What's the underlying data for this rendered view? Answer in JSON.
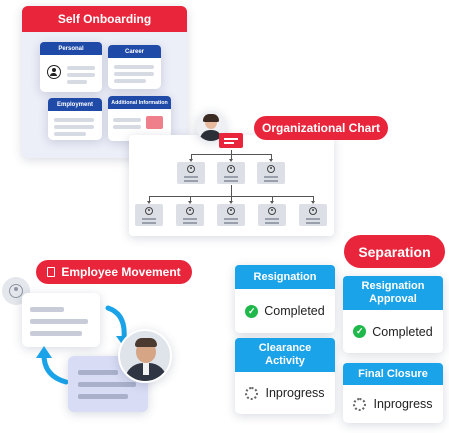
{
  "onboarding": {
    "title": "Self Onboarding",
    "cards": [
      "Personal",
      "Career",
      "Employment",
      "Additional Information"
    ]
  },
  "org_chart": {
    "title": "Organizational Chart"
  },
  "movement": {
    "title": "Employee Movement"
  },
  "separation": {
    "title": "Separation",
    "steps": [
      {
        "label": "Resignation",
        "status": "Completed"
      },
      {
        "label": "Resignation Approval",
        "status": "Completed"
      },
      {
        "label": "Clearance Activity",
        "status": "Inprogress"
      },
      {
        "label": "Final Closure",
        "status": "Inprogress"
      }
    ]
  },
  "colors": {
    "accent_red": "#e8253b",
    "header_blue": "#1f4aa8",
    "step_blue": "#1aa3e8",
    "success_green": "#1fb84a"
  }
}
